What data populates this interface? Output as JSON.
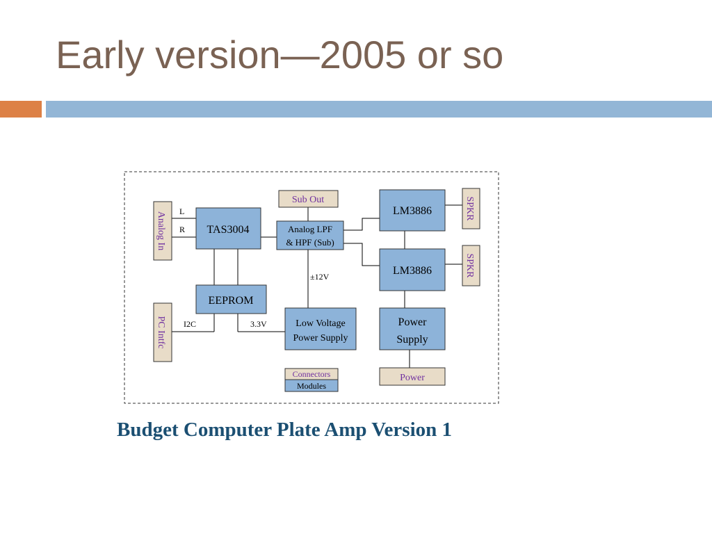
{
  "slide": {
    "title": "Early version—2005 or so",
    "caption": "Budget Computer Plate Amp Version 1"
  },
  "diagram": {
    "modules": {
      "tas3004": "TAS3004",
      "eeprom": "EEPROM",
      "analog_filter_line1": "Analog LPF",
      "analog_filter_line2": "& HPF (Sub)",
      "low_voltage_line1": "Low Voltage",
      "low_voltage_line2": "Power Supply",
      "lm3886_top": "LM3886",
      "lm3886_bottom": "LM3886",
      "power_supply_line1": "Power",
      "power_supply_line2": "Supply"
    },
    "connectors": {
      "analog_in": "Analog In",
      "pc_intfc": "PC Intfc",
      "sub_out": "Sub Out",
      "spkr_top": "SPKR",
      "spkr_bottom": "SPKR",
      "power": "Power"
    },
    "signal_labels": {
      "left": "L",
      "right": "R",
      "i2c": "I2C",
      "v33": "3.3V",
      "v12": "±12V"
    },
    "legend": {
      "connectors": "Connectors",
      "modules": "Modules"
    },
    "colors": {
      "module_fill": "#8db3d9",
      "connector_fill": "#e8dcc8",
      "connector_text": "#7030a0",
      "title_color": "#7a6253",
      "caption_color": "#1b4f72",
      "accent_orange": "#dd8146",
      "accent_blue": "#93b6d6"
    }
  }
}
